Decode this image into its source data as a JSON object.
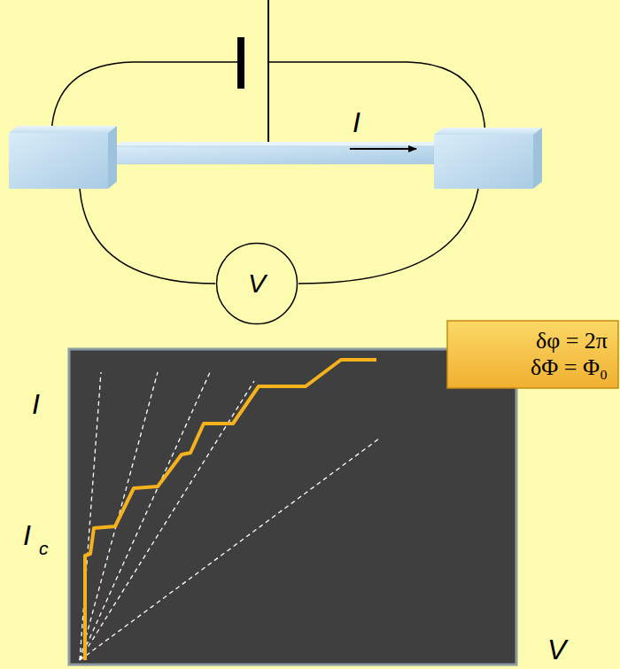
{
  "diagram": {
    "nodes": [
      {
        "text": [
          "V"
        ]
      },
      {
        "text": [
          "δφ = 2π",
          "δΦ = Φ₀"
        ]
      }
    ],
    "labels": [
      "I",
      "I",
      "I",
      "c",
      "V"
    ]
  }
}
